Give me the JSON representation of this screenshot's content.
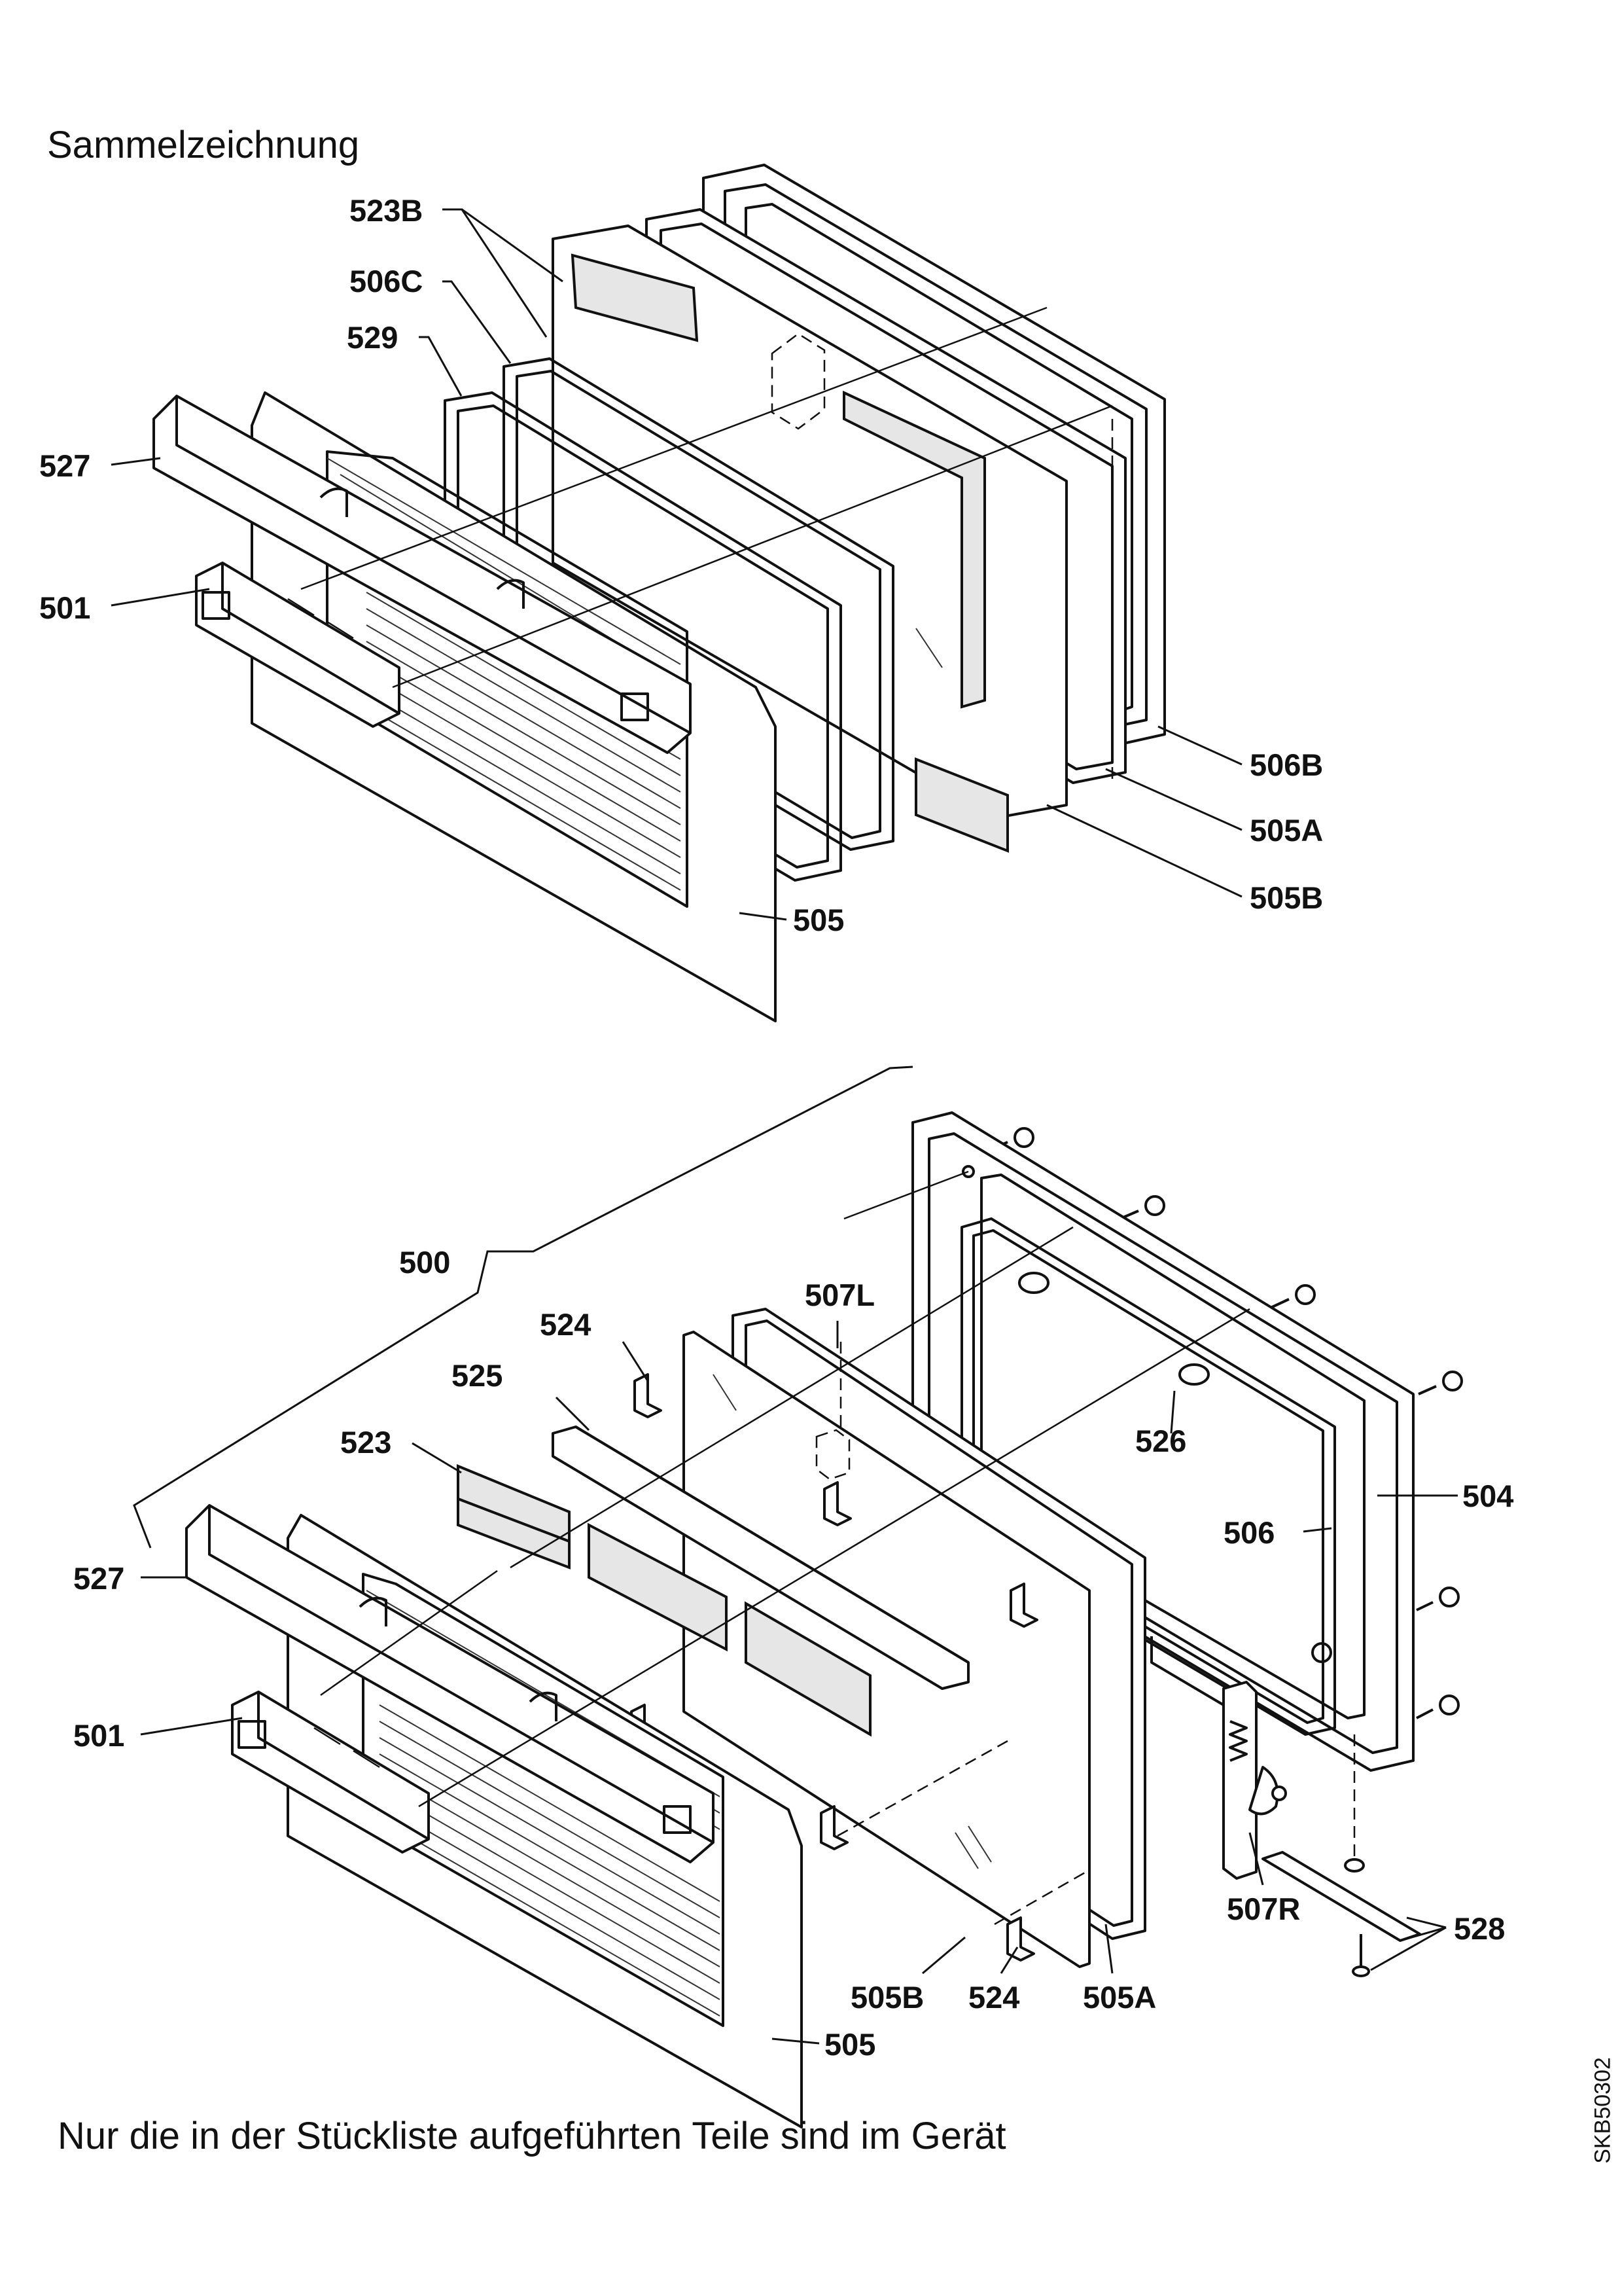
{
  "title": "Sammelzeichnung",
  "footer_note": "Nur die in der Stückliste aufgeführten Teile sind im Gerät",
  "drawing_code": "SKB50302",
  "upper_view": {
    "labels": {
      "l523B": "523B",
      "l506C": "506C",
      "l529": "529",
      "l527": "527",
      "l501": "501",
      "l506B": "506B",
      "l505A": "505A",
      "l505B": "505B",
      "l505": "505"
    }
  },
  "lower_view": {
    "labels": {
      "l500": "500",
      "l507L": "507L",
      "l524a": "524",
      "l525": "525",
      "l523": "523",
      "l526": "526",
      "l504": "504",
      "l506": "506",
      "l527": "527",
      "l501": "501",
      "l507R": "507R",
      "l528": "528",
      "l505B": "505B",
      "l524b": "524",
      "l505A": "505A",
      "l505": "505"
    }
  }
}
